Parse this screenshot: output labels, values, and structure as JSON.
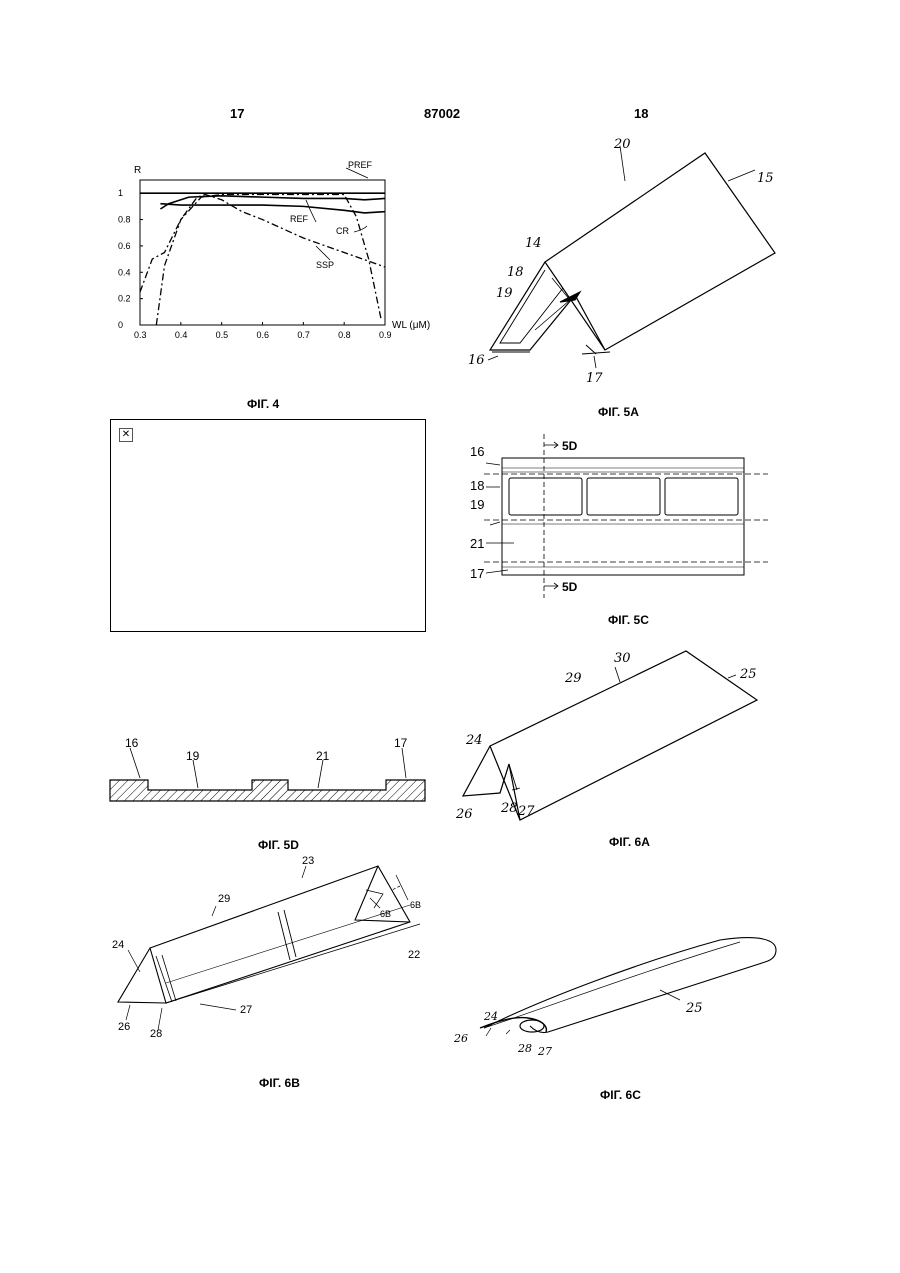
{
  "header": {
    "left_page": "17",
    "doc_number": "87002",
    "right_page": "18"
  },
  "figures": {
    "fig4": {
      "caption": "ФІГ. 4",
      "legend": {
        "pref": "PREF",
        "ref": "REF",
        "cr": "CR",
        "ssp": "SSP"
      }
    },
    "fig5a": {
      "caption": "ФІГ. 5A",
      "labels": [
        "20",
        "15",
        "14",
        "18",
        "19",
        "16",
        "17"
      ]
    },
    "fig5c": {
      "caption": "ФІГ. 5C",
      "labels": [
        "16",
        "18",
        "19",
        "21",
        "17"
      ],
      "section": "5D"
    },
    "fig5d": {
      "caption": "ФІГ. 5D",
      "labels": [
        "16",
        "19",
        "21",
        "17"
      ]
    },
    "fig6a": {
      "caption": "ФІГ. 6A",
      "labels": [
        "30",
        "29",
        "25",
        "24",
        "26",
        "28",
        "27"
      ]
    },
    "fig6b": {
      "caption": "ФІГ. 6B",
      "labels": [
        "23",
        "29",
        "24",
        "26",
        "28",
        "27",
        "22",
        "6B",
        "6B"
      ]
    },
    "fig6c": {
      "caption": "ФІГ. 6C",
      "labels": [
        "24",
        "26",
        "28",
        "27",
        "25"
      ]
    }
  },
  "broken_image_icon": "broken-image-icon",
  "chart_data": {
    "type": "line",
    "title": "",
    "xlabel": "WL (μM)",
    "ylabel": "R",
    "xlim": [
      0.3,
      0.9
    ],
    "ylim": [
      0,
      1.1
    ],
    "x_ticks": [
      "0.3",
      "0.4",
      "0.5",
      "0.6",
      "0.7",
      "0.8",
      "0.9"
    ],
    "y_ticks": [
      "0",
      "0.2",
      "0.4",
      "0.6",
      "0.8",
      "1"
    ],
    "legend": "none",
    "series": [
      {
        "name": "PREF",
        "style": "solid",
        "x": [
          0.3,
          0.35,
          0.45,
          0.6,
          0.7,
          0.8,
          0.9
        ],
        "y": [
          1.0,
          1.0,
          1.0,
          1.0,
          1.0,
          1.0,
          1.0
        ]
      },
      {
        "name": "REF",
        "style": "solid",
        "x": [
          0.35,
          0.37,
          0.42,
          0.5,
          0.6,
          0.7,
          0.8,
          0.85,
          0.9
        ],
        "y": [
          0.88,
          0.92,
          0.97,
          0.98,
          0.97,
          0.96,
          0.96,
          0.95,
          0.96
        ]
      },
      {
        "name": "CR",
        "style": "solid",
        "x": [
          0.35,
          0.4,
          0.45,
          0.5,
          0.6,
          0.7,
          0.8,
          0.85,
          0.9
        ],
        "y": [
          0.92,
          0.91,
          0.91,
          0.91,
          0.91,
          0.9,
          0.87,
          0.85,
          0.86
        ]
      },
      {
        "name": "SSP",
        "style": "dashdot",
        "x": [
          0.3,
          0.33,
          0.36,
          0.4,
          0.44,
          0.46,
          0.5,
          0.55,
          0.6,
          0.7,
          0.8,
          0.9
        ],
        "y": [
          0.25,
          0.5,
          0.55,
          0.8,
          0.97,
          0.99,
          0.95,
          0.86,
          0.8,
          0.66,
          0.55,
          0.44
        ]
      },
      {
        "name": "",
        "style": "dashdot",
        "x": [
          0.34,
          0.36,
          0.4,
          0.45,
          0.5,
          0.6,
          0.7,
          0.8,
          0.83,
          0.86,
          0.89
        ],
        "y": [
          0.0,
          0.45,
          0.8,
          0.97,
          0.99,
          0.99,
          0.99,
          0.99,
          0.82,
          0.5,
          0.05
        ]
      }
    ]
  }
}
